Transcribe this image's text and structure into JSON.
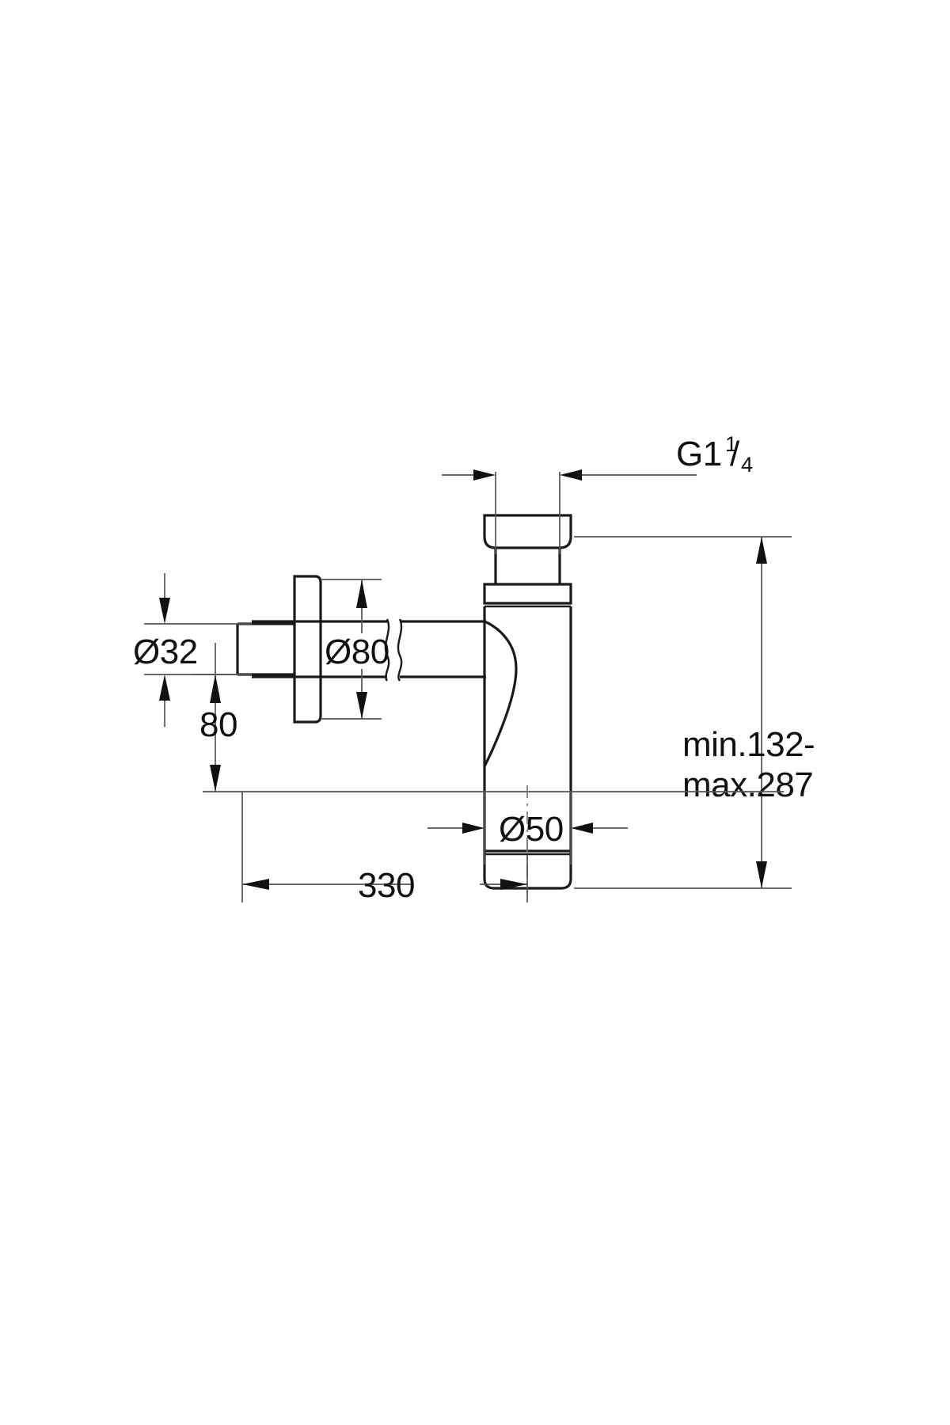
{
  "drawing": {
    "title": "Bottle trap / siphon technical dimension drawing",
    "type": "technical-line-drawing",
    "units": "mm",
    "background_color": "#ffffff",
    "line_color": "#1a1a1a",
    "dimension_line_color": "#555555",
    "text_color": "#111111"
  },
  "dimensions": {
    "inlet_diameter": {
      "label": "Ø32",
      "value": 32,
      "symbol": "Ø",
      "number": "32",
      "meaning": "outlet pipe diameter",
      "orientation": "vertical"
    },
    "flange_diameter": {
      "label": "Ø80",
      "value": 80,
      "symbol": "Ø",
      "number": "80",
      "meaning": "wall escutcheon / rosette diameter",
      "orientation": "vertical"
    },
    "body_diameter": {
      "label": "Ø50",
      "value": 50,
      "symbol": "Ø",
      "number": "50",
      "meaning": "siphon body diameter",
      "orientation": "horizontal"
    },
    "height_from_outlet": {
      "label": "80",
      "value": 80,
      "meaning": "height from bottom reference to outlet centre",
      "orientation": "vertical"
    },
    "thread_size": {
      "label_main": "G1",
      "label_numerator": "1",
      "label_denominator": "4",
      "label_full": "G1 1/4",
      "meaning": "inlet thread connection size",
      "orientation": "horizontal"
    },
    "adjustable_height": {
      "line1": "min.132-",
      "line2": "max.287",
      "min": 132,
      "max": 287,
      "meaning": "adjustable overall height range",
      "orientation": "vertical"
    },
    "projection": {
      "label": "330",
      "value": 330,
      "meaning": "projection from wall to siphon centre",
      "orientation": "horizontal"
    }
  }
}
